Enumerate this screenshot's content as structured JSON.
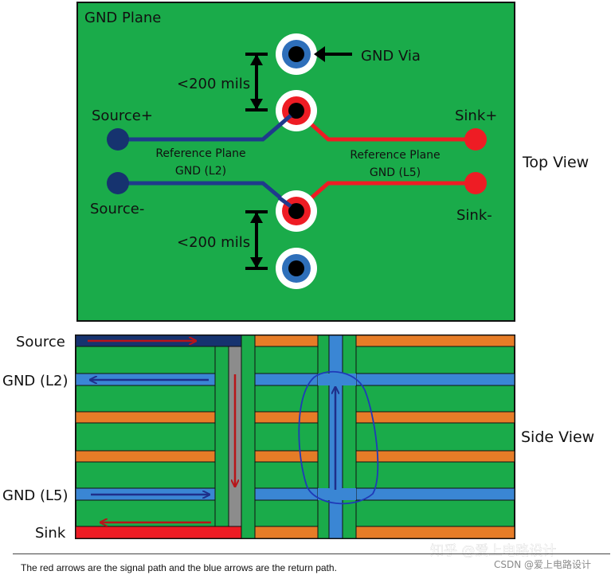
{
  "top_view": {
    "plane_label": "GND Plane",
    "via_label": "GND Via",
    "spacing_top": "<200 mils",
    "spacing_bottom": "<200 mils",
    "source_pos": "Source+",
    "source_neg": "Source-",
    "sink_pos": "Sink+",
    "sink_neg": "Sink-",
    "ref_left_line1": "Reference Plane",
    "ref_left_line2": "GND (L2)",
    "ref_right_line1": "Reference Plane",
    "ref_right_line2": "GND (L5)",
    "view_label": "Top View"
  },
  "side_view": {
    "source": "Source",
    "gnd_l2": "GND (L2)",
    "gnd_l5": "GND (L5)",
    "sink": "Sink",
    "view_label": "Side View"
  },
  "caption": "The red arrows are the signal path and the blue arrows are the return path.",
  "watermark": {
    "main": "知乎 @爱上电路设计",
    "sub": "CSDN @爱上电路设计"
  },
  "colors": {
    "board": "#1aab4a",
    "signal": "#ee1c24",
    "return": "#1f3a8c",
    "gnd_layer": "#3a86d4",
    "other_layer": "#e67c27"
  }
}
